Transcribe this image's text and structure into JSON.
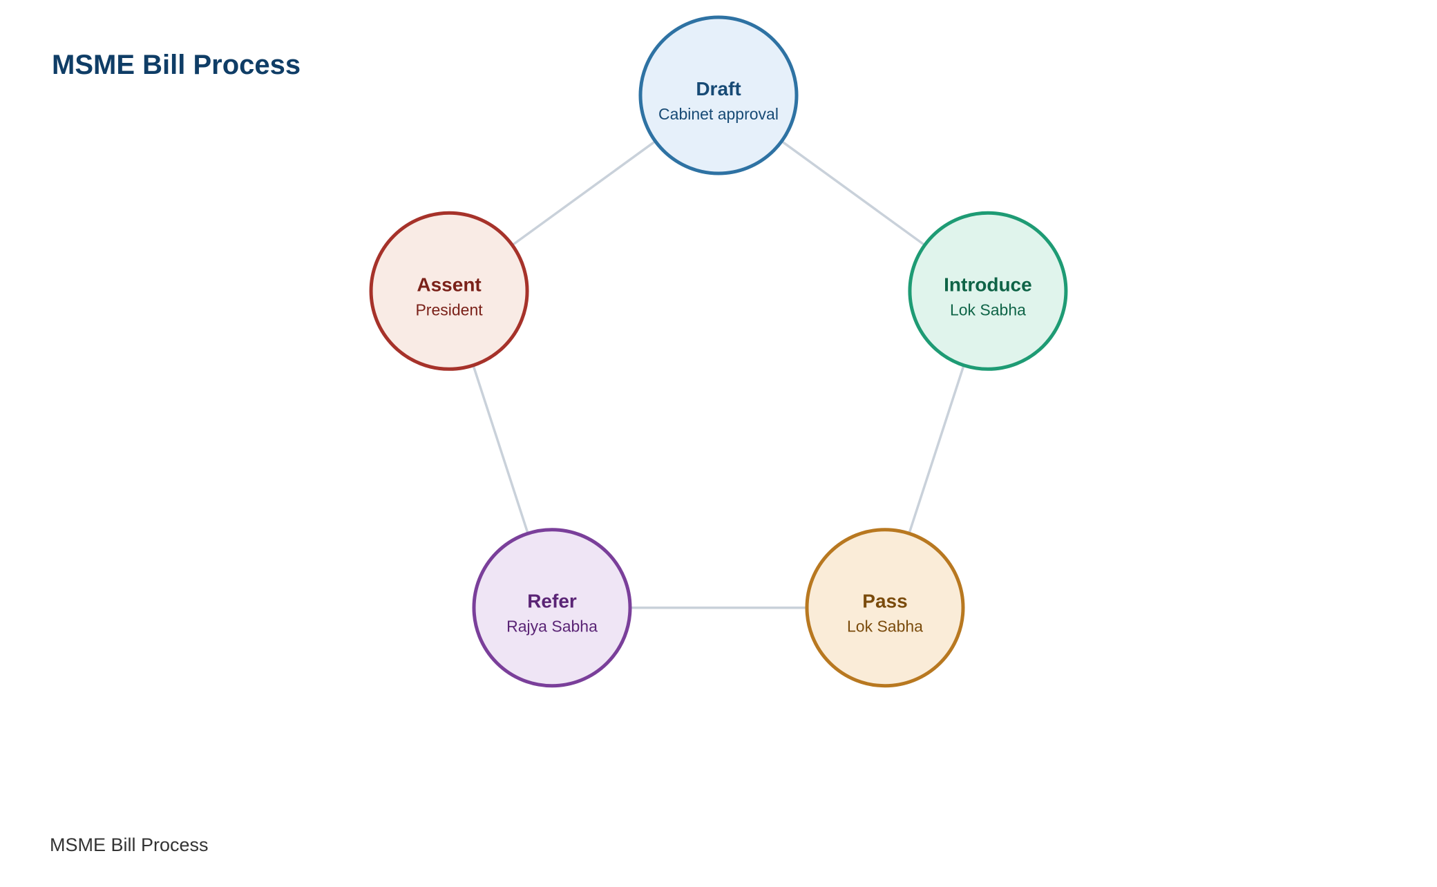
{
  "title": "MSME Bill Process",
  "footer": "MSME Bill Process",
  "stages": [
    {
      "label": "Draft",
      "sublabel": "Cabinet approval",
      "stroke": "#2e72a3",
      "fill": "#e6f0fa",
      "text": "#174a75"
    },
    {
      "label": "Introduce",
      "sublabel": "Lok Sabha",
      "stroke": "#1e9b74",
      "fill": "#e0f4ec",
      "text": "#0f6447"
    },
    {
      "label": "Pass",
      "sublabel": "Lok Sabha",
      "stroke": "#b87820",
      "fill": "#faecd8",
      "text": "#7a4b0c"
    },
    {
      "label": "Refer",
      "sublabel": "Rajya Sabha",
      "stroke": "#7a3f9a",
      "fill": "#efe5f5",
      "text": "#5a2475"
    },
    {
      "label": "Assent",
      "sublabel": "President",
      "stroke": "#a6322a",
      "fill": "#f9ebe5",
      "text": "#7a2119"
    }
  ],
  "links": [
    [
      0,
      1
    ],
    [
      1,
      2
    ],
    [
      2,
      3
    ],
    [
      3,
      4
    ],
    [
      4,
      0
    ]
  ]
}
